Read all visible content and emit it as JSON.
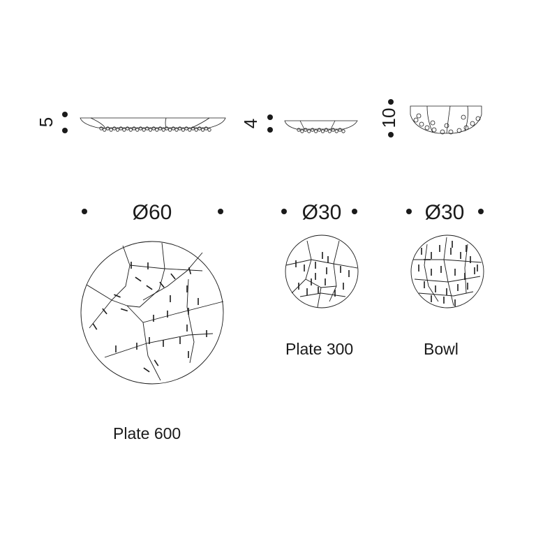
{
  "products": [
    {
      "id": "plate600",
      "name": "Plate 600",
      "height": "5",
      "diameter": "Ø60"
    },
    {
      "id": "plate300",
      "name": "Plate 300",
      "height": "4",
      "diameter": "Ø30"
    },
    {
      "id": "bowl",
      "name": "Bowl",
      "height": "10",
      "diameter": "Ø30"
    }
  ],
  "line_color": "#1a1a1a"
}
